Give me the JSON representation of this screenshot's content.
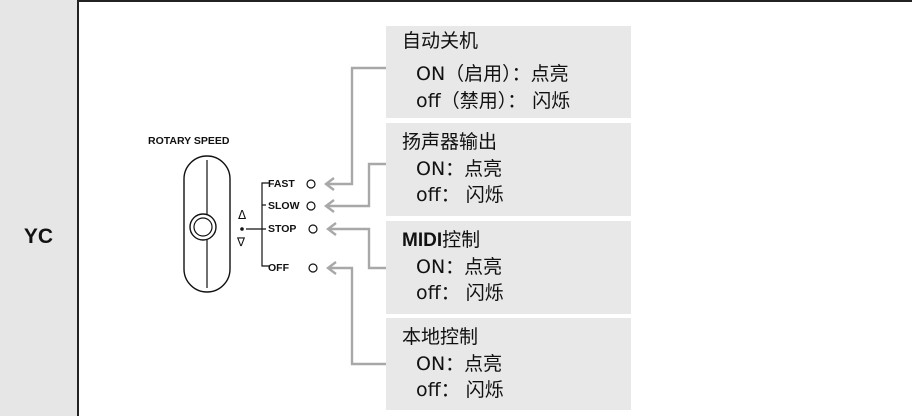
{
  "row_label": "YC",
  "switch": {
    "title": "ROTARY SPEED",
    "positions": [
      "FAST",
      "SLOW",
      "STOP",
      "OFF"
    ],
    "up_symbol": "Δ",
    "down_symbol": "∇"
  },
  "panels": [
    {
      "heading": "自动关机",
      "lines": [
        "ON（启用）：点亮",
        "off（禁用）： 闪烁"
      ]
    },
    {
      "heading": "扬声器输出",
      "lines": [
        "ON：点亮",
        "off： 闪烁"
      ]
    },
    {
      "heading_bold": "MIDI",
      "heading": "控制",
      "lines": [
        "ON：点亮",
        "off： 闪烁"
      ]
    },
    {
      "heading": "本地控制",
      "lines": [
        "ON：点亮",
        "off： 闪烁"
      ]
    }
  ]
}
